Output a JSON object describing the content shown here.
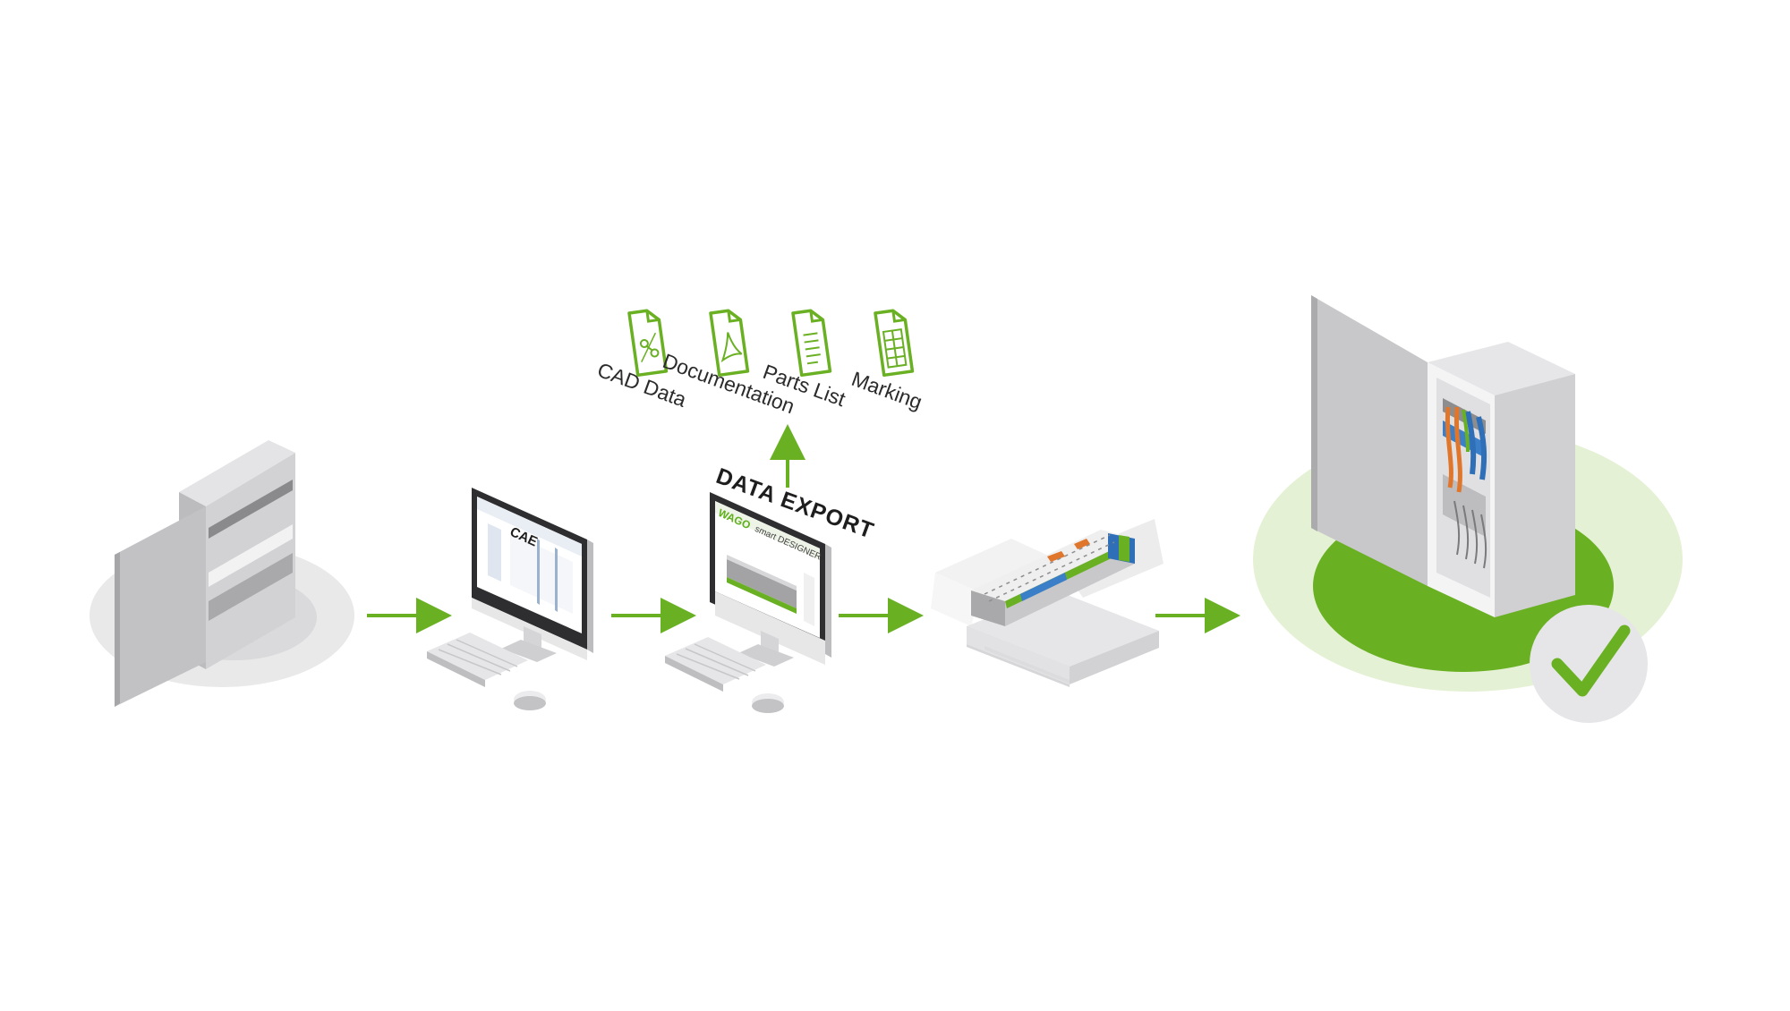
{
  "colors": {
    "accent_green": "#6ab023",
    "light_green": "#e4f1d4",
    "cabinet_grey": "#cfcfd1",
    "shadow_grey": "#e9e9ea"
  },
  "documents": [
    {
      "label": "CAD Data",
      "icon": "cad-file-icon"
    },
    {
      "label": "Documentation",
      "icon": "pdf-file-icon"
    },
    {
      "label": "Parts List",
      "icon": "list-file-icon"
    },
    {
      "label": "Marking",
      "icon": "table-file-icon"
    }
  ],
  "data_export": {
    "label": "DATA EXPORT"
  },
  "screens": {
    "cae_title": "CAE",
    "designer_brand": "WAGO",
    "designer_product": "smart DESIGNER"
  },
  "result": {
    "icon": "checkmark-icon"
  }
}
